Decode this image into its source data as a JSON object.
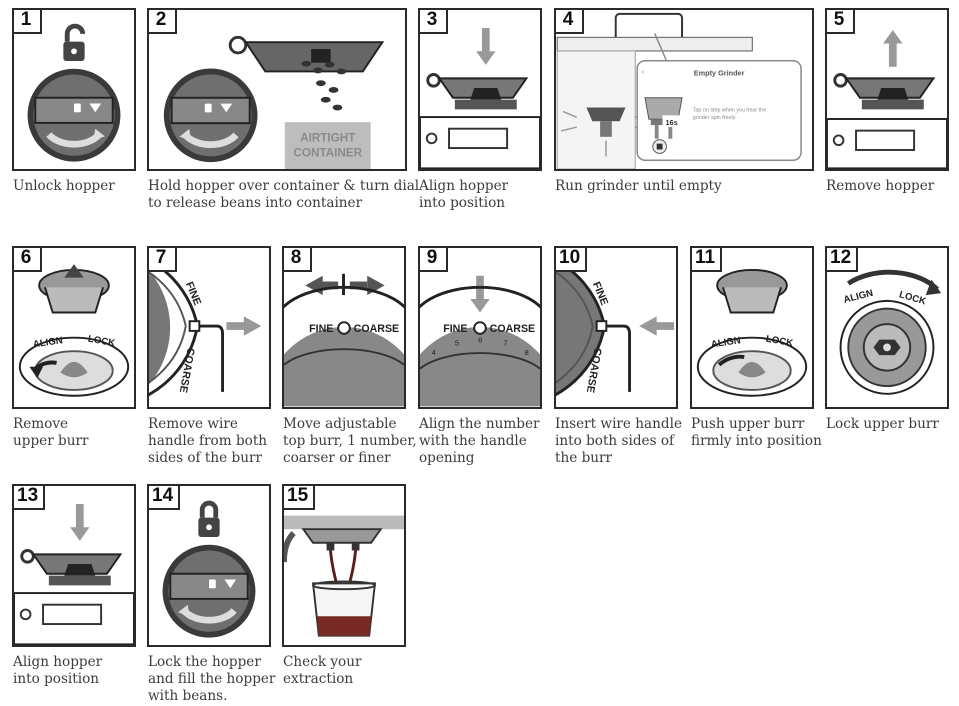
{
  "steps": [
    {
      "number": "1",
      "caption": [
        "Unlock hopper"
      ]
    },
    {
      "number": "2",
      "caption": [
        "Hold hopper over container & turn dial",
        "to release beans into container"
      ],
      "container_label": [
        "AIRTIGHT",
        "CONTAINER"
      ]
    },
    {
      "number": "3",
      "caption": [
        "Align hopper",
        "into position"
      ]
    },
    {
      "number": "4",
      "caption": [
        "Run grinder until empty"
      ],
      "screen": {
        "title": "Empty Grinder",
        "text": [
          "Tap on step when you hear the",
          "grinder spin freely."
        ],
        "timer": "16s"
      }
    },
    {
      "number": "5",
      "caption": [
        "Remove hopper"
      ]
    },
    {
      "number": "6",
      "caption": [
        "Remove",
        "upper burr"
      ],
      "ring_labels": [
        "ALIGN",
        "LOCK"
      ]
    },
    {
      "number": "7",
      "caption": [
        "Remove wire",
        "handle from both",
        "sides of the burr"
      ],
      "burr_labels": [
        "FINE",
        "COARSE"
      ]
    },
    {
      "number": "8",
      "caption": [
        "Move adjustable",
        "top burr, 1 number,",
        "coarser or finer"
      ],
      "burr_labels": [
        "FINE",
        "COARSE"
      ]
    },
    {
      "number": "9",
      "caption": [
        "Align the number",
        "with the handle",
        "opening"
      ],
      "burr_labels": [
        "FINE",
        "COARSE"
      ],
      "scale": [
        "4",
        "5",
        "6",
        "7",
        "8"
      ]
    },
    {
      "number": "10",
      "caption": [
        "Insert wire handle",
        "into both sides of",
        "the burr"
      ],
      "burr_labels": [
        "FINE",
        "COARSE"
      ]
    },
    {
      "number": "11",
      "caption": [
        "Push upper burr",
        "firmly into position"
      ],
      "ring_labels": [
        "ALIGN",
        "LOCK"
      ]
    },
    {
      "number": "12",
      "caption": [
        "Lock upper burr"
      ],
      "ring_labels": [
        "ALIGN",
        "LOCK"
      ]
    },
    {
      "number": "13",
      "caption": [
        "Align hopper",
        "into position"
      ]
    },
    {
      "number": "14",
      "caption": [
        "Lock the hopper",
        "and fill the hopper",
        "with beans."
      ]
    },
    {
      "number": "15",
      "caption": [
        "Check your",
        "extraction"
      ]
    }
  ],
  "colors": {
    "frame": "#2a2a2a",
    "gray": "#8c8c8c",
    "dark": "#333333",
    "light": "#cfcfcf",
    "accent_red": "#b0302a"
  }
}
